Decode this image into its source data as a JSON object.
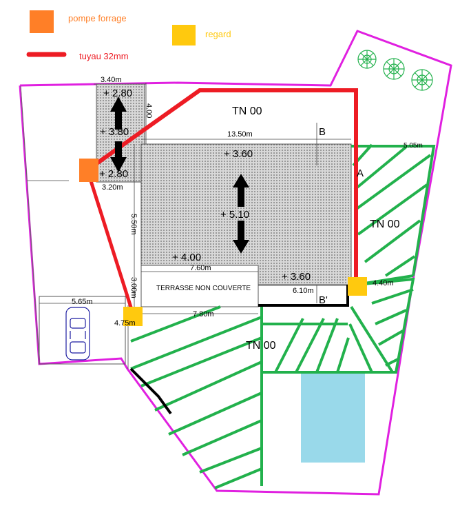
{
  "legend": {
    "pump": {
      "label": "pompe forrage",
      "color": "#ff7f27"
    },
    "manhole": {
      "label": "regard",
      "color": "#ffc90e"
    },
    "pipe": {
      "label": "tuyau 32mm",
      "color": "#ed1c24"
    }
  },
  "plan": {
    "tn_top": "TN 00",
    "tn_right": "TN 00",
    "tn_bottom": "TN 00",
    "terrace": "TERRASSE NON COUVERTE",
    "marker_b": "B",
    "marker_b_prime": "B'",
    "marker_a": "A",
    "dims": {
      "d340": "3.40m",
      "d400": "4.00",
      "d1350": "13.50m",
      "d320": "3.20m",
      "d550": "5.50m",
      "d760": "7.60m",
      "d610": "6.10m",
      "d300": "3.00m",
      "d565": "5.65m",
      "d475": "4.75m",
      "d780": "7.80m",
      "d440": "4.40m",
      "d505": "5.05m"
    },
    "levels": {
      "l280a": "+ 2.80",
      "l380": "+ 3.80",
      "l280b": "+ 2.80",
      "l360a": "+ 3.60",
      "l510": "+ 5.10",
      "l400": "+ 4.00",
      "l360b": "+ 3.60"
    }
  },
  "colors": {
    "boundary": "#e020e0",
    "hatch": "#22b14c",
    "pool": "#99d9ea",
    "wall": "#000000"
  }
}
